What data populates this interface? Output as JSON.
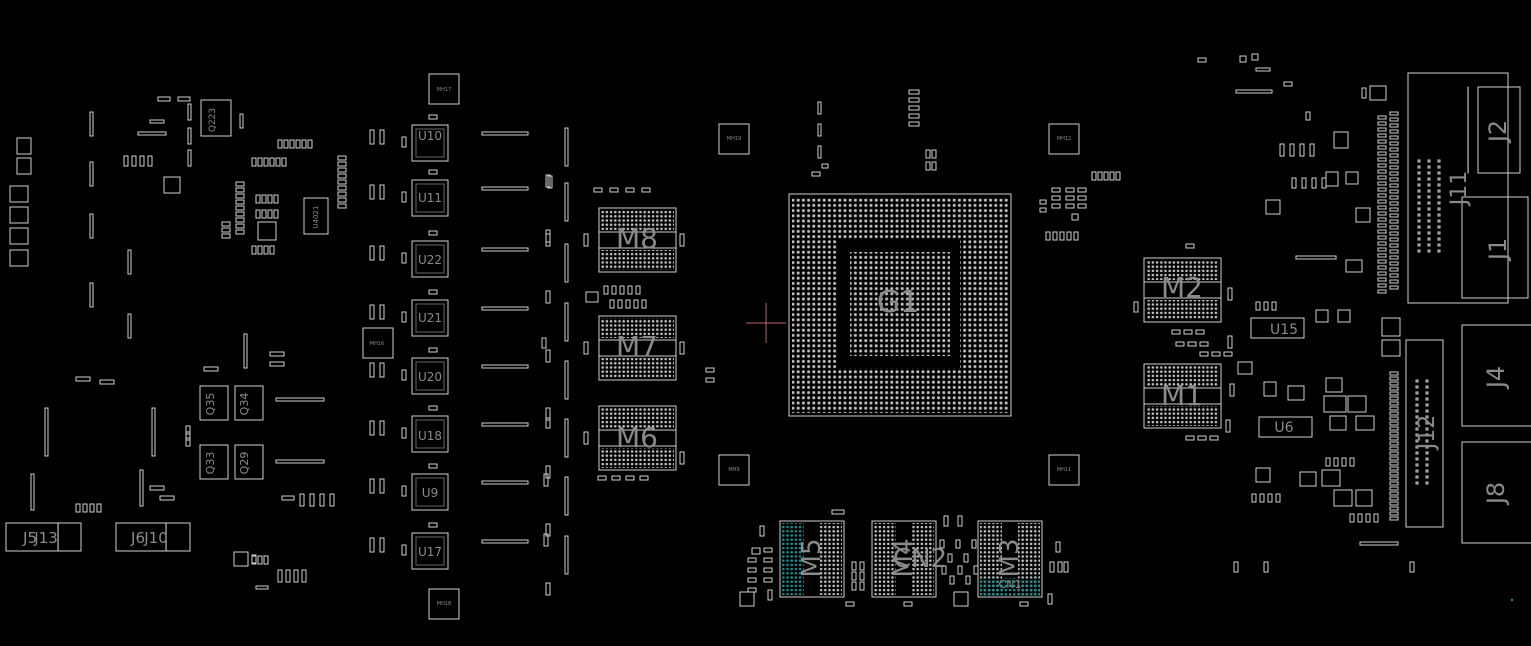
{
  "colors": {
    "background": "#000000",
    "outline": "#d0d0d0",
    "pad": "#bdbdbd",
    "label": "#8a8a8a",
    "highlight": "#1f8a8a",
    "cursor": "#c06070"
  },
  "labels": {
    "g1": "G1",
    "m1": "M1",
    "m2": "M2",
    "m3": "M3",
    "m4": "M4",
    "m5": "M5",
    "m6": "M6",
    "m7": "M7",
    "m8": "M8",
    "u6": "U6",
    "u15": "U15",
    "u9": "U9",
    "u10": "U10",
    "u11": "U11",
    "u17": "U17",
    "u18": "U18",
    "u20": "U20",
    "u21": "U21",
    "u22": "U22",
    "j1": "J1",
    "j2": "J2",
    "j4": "J4",
    "j8": "J8",
    "j11": "J11",
    "j12": "J12",
    "j5": "J5",
    "j13": "J13",
    "j6": "J6",
    "j10": "J10",
    "cn1": "CN1",
    "cn2": "CN2",
    "q223": "Q223",
    "q35": "Q35",
    "q34": "Q34",
    "q33": "Q33",
    "q29": "Q29",
    "u4021": "U4021",
    "mh17": "MH17",
    "mh16": "MH16",
    "mh18": "MH18",
    "mh19": "MH19",
    "mh9": "MH9",
    "mh12": "MH12",
    "mh11": "MH11"
  }
}
